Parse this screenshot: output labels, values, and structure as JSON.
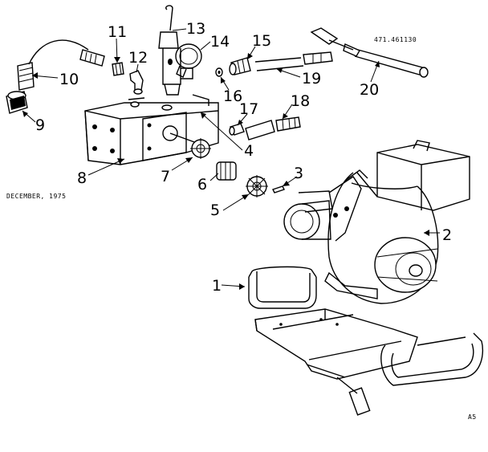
{
  "doc": {
    "model_number": "471.461130",
    "date_text": "DECEMBER, 1975",
    "corner_code": "A5"
  },
  "callouts": [
    {
      "id": "1",
      "text": "1"
    },
    {
      "id": "2",
      "text": "2"
    },
    {
      "id": "3",
      "text": "3"
    },
    {
      "id": "4",
      "text": "4"
    },
    {
      "id": "5",
      "text": "5"
    },
    {
      "id": "6",
      "text": "6"
    },
    {
      "id": "7",
      "text": "7"
    },
    {
      "id": "8",
      "text": "8"
    },
    {
      "id": "9",
      "text": "9"
    },
    {
      "id": "10",
      "text": "10"
    },
    {
      "id": "11",
      "text": "11"
    },
    {
      "id": "12",
      "text": "12"
    },
    {
      "id": "13",
      "text": "13"
    },
    {
      "id": "14",
      "text": "14"
    },
    {
      "id": "15",
      "text": "15"
    },
    {
      "id": "16",
      "text": "16"
    },
    {
      "id": "17",
      "text": "17"
    },
    {
      "id": "18",
      "text": "18"
    },
    {
      "id": "19",
      "text": "19"
    },
    {
      "id": "20",
      "text": "20"
    }
  ]
}
